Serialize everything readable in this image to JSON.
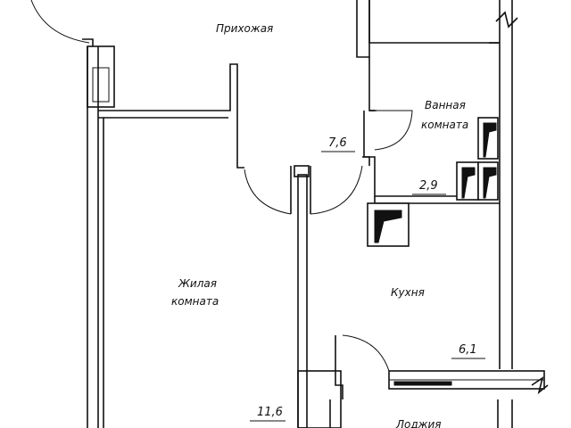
{
  "rooms": {
    "hallway": "Прихожая",
    "bathroom_line1": "Ванная",
    "bathroom_line2": "комната",
    "living_line1": "Жилая",
    "living_line2": "комната",
    "kitchen": "Кухня",
    "loggia": "Лоджия"
  },
  "areas": {
    "hallway": "7,6",
    "bathroom": "2,9",
    "kitchen": "6,1",
    "living": "11,6"
  }
}
